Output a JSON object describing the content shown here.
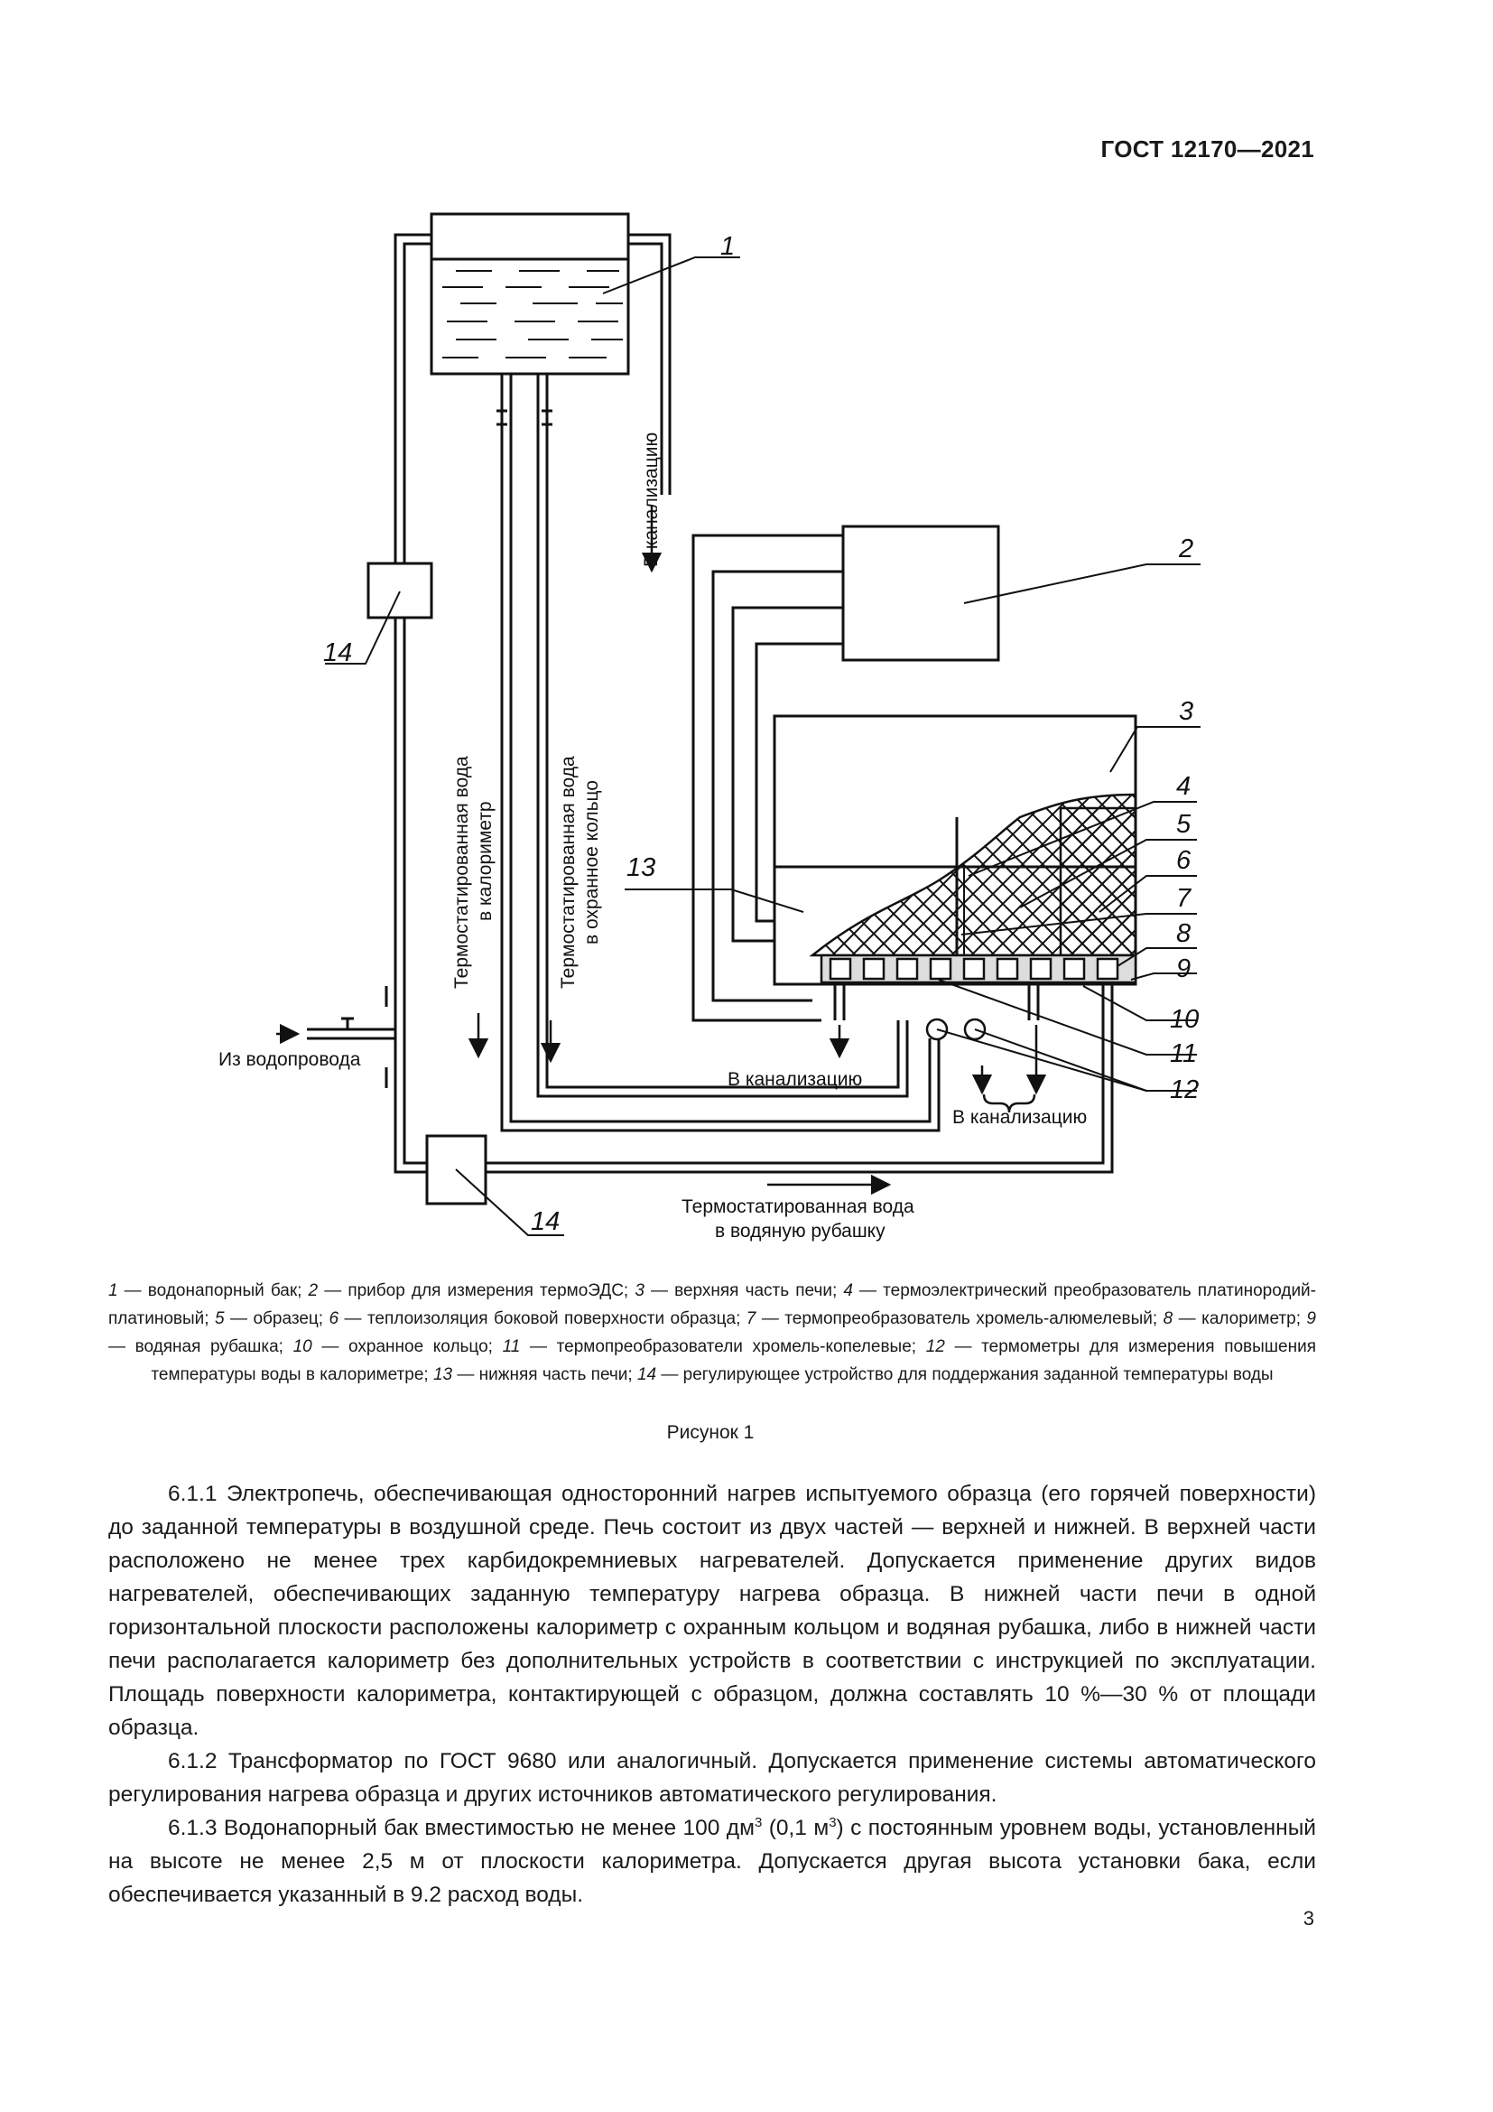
{
  "header": {
    "standard": "ГОСТ 12170—2021"
  },
  "figure": {
    "callouts": [
      "1",
      "2",
      "3",
      "4",
      "5",
      "6",
      "7",
      "8",
      "9",
      "10",
      "11",
      "12",
      "13",
      "14",
      "14"
    ],
    "flow_labels": {
      "to_sewer_top": "В канализацию",
      "to_calorimeter_l1": "Термостатированная вода",
      "to_calorimeter_l2": "в калориметр",
      "to_ring_l1": "Термостатированная вода",
      "to_ring_l2": "в охранное кольцо",
      "from_water_supply": "Из водопровода",
      "to_sewer_middle": "В канализацию",
      "to_sewer_right": "В канализацию",
      "to_jacket_l1": "Термостатированная вода",
      "to_jacket_l2": "в водяную рубашку"
    }
  },
  "legend": [
    {
      "n": "1",
      "t": " — водонапорный бак; "
    },
    {
      "n": "2",
      "t": " — прибор для измерения термоЭДС; "
    },
    {
      "n": "3",
      "t": " — верхняя часть печи; "
    },
    {
      "n": "4",
      "t": " — термоэлектрический преобразователь платинородий-платиновый; "
    },
    {
      "n": "5",
      "t": " — образец; "
    },
    {
      "n": "6",
      "t": " — теплоизоляция боковой поверхности образца; "
    },
    {
      "n": "7",
      "t": " — термопреобразователь хромель-алюмелевый; "
    },
    {
      "n": "8",
      "t": " — калориметр; "
    },
    {
      "n": "9",
      "t": " — водяная рубашка; "
    },
    {
      "n": "10",
      "t": " — охранное кольцо; "
    },
    {
      "n": "11",
      "t": " — термопреобразователи хромель-копелевые; "
    },
    {
      "n": "12",
      "t": " — термометры для измерения повышения температуры воды в калориметре; "
    },
    {
      "n": "13",
      "t": " — нижняя часть печи; "
    },
    {
      "n": "14",
      "t": " — регулирующее устройство для поддержания заданной температуры воды"
    }
  ],
  "caption": "Рисунок 1",
  "paragraphs": {
    "p1": "6.1.1 Электропечь, обеспечивающая односторонний нагрев испытуемого образца (его горячей поверхности) до заданной температуры в воздушной среде. Печь состоит из двух частей — верхней и нижней. В верхней части расположено не менее трех карбидокремниевых нагревателей. Допускается применение других видов нагревателей, обеспечивающих заданную температуру нагрева образца. В нижней части печи в одной горизонтальной плоскости расположены калориметр с охранным кольцом и водяная рубашка, либо в нижней части печи располагается калориметр без дополнительных устройств в соответствии с инструкцией по эксплуатации. Площадь поверхности калориметра, контактирующей с образцом, должна составлять 10 %—30 % от площади образца.",
    "p2": "6.1.2 Трансформатор по ГОСТ 9680 или аналогичный. Допускается применение системы автоматического регулирования нагрева образца и других источников автоматического регулирования.",
    "p3_a": "6.1.3 Водонапорный бак вместимостью не менее 100 дм",
    "p3_sup1": "3",
    "p3_b": " (0,1 м",
    "p3_sup2": "3",
    "p3_c": ") с постоянным уровнем воды, установленный на высоте не менее 2,5 м от плоскости калориметра. Допускается другая высота установки бака, если обеспечивается указанный в 9.2 расход воды."
  },
  "page_number": "3"
}
